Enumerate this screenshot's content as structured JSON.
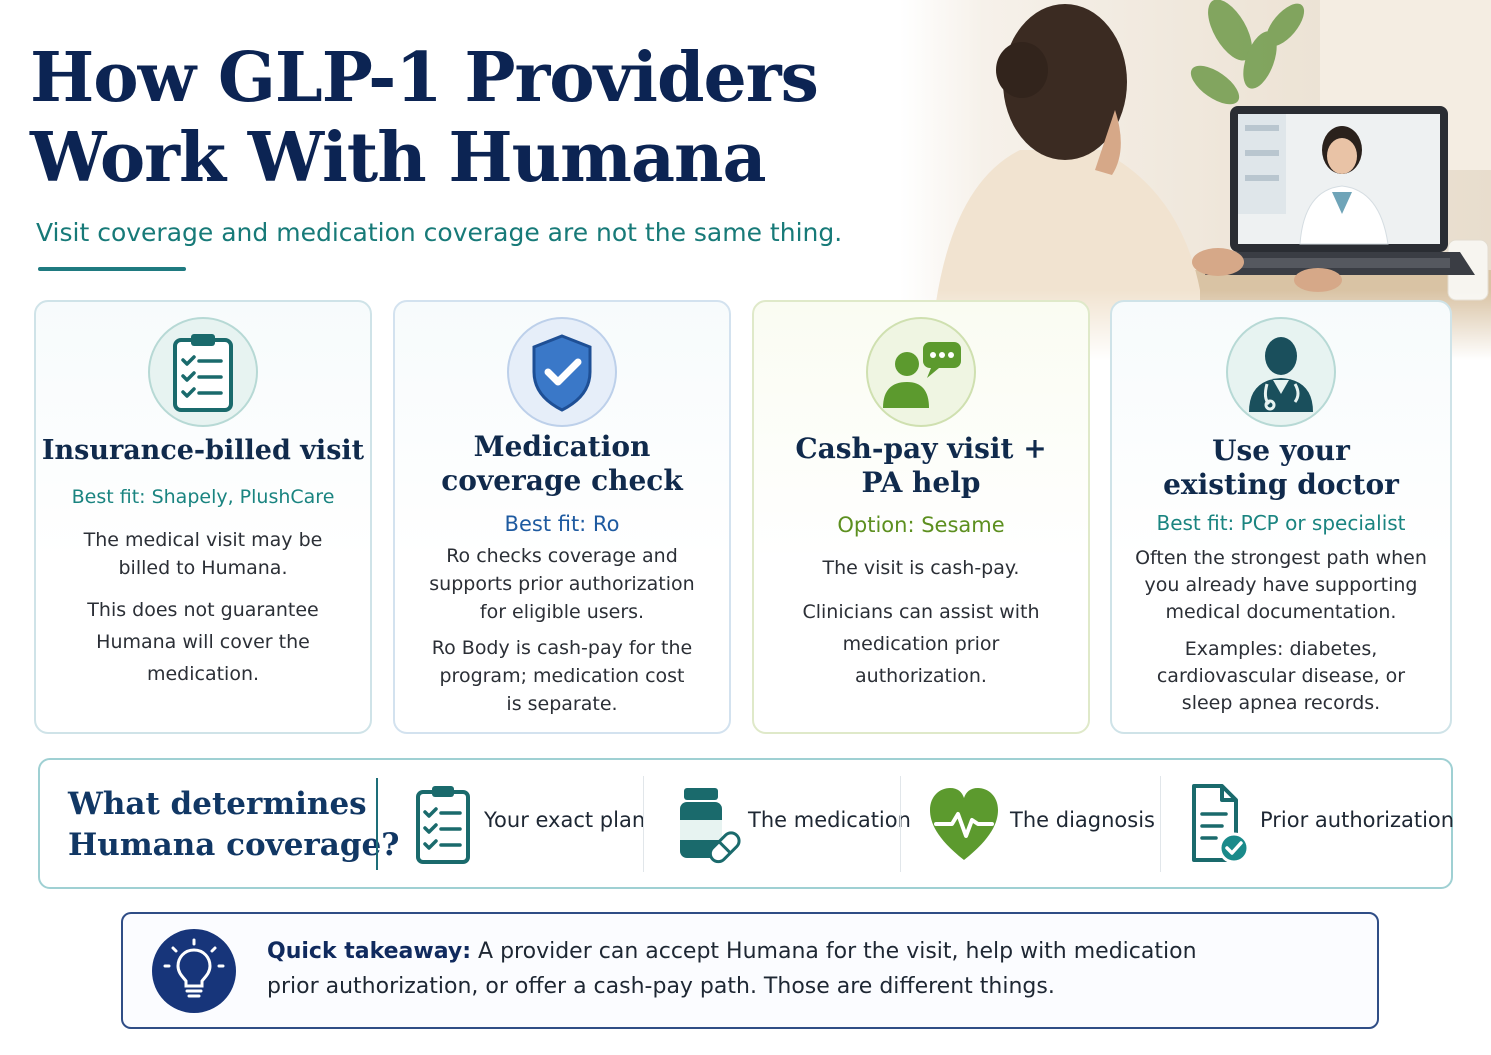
{
  "title": {
    "line1": "How GLP-1 Providers",
    "line2": "Work With Humana"
  },
  "subtitle": "Visit coverage and medication coverage are not the same thing.",
  "colors": {
    "navy": "#0c2453",
    "teal": "#177a78",
    "blue": "#1e5aa0",
    "green": "#5c8f1f"
  },
  "cards": [
    {
      "icon": "clipboard-checklist-icon",
      "title_line1": "Insurance-billed visit",
      "fit": "Best fit: Shapely, PlushCare",
      "para1": [
        "The medical visit may be",
        "billed to Humana."
      ],
      "para2": [
        "This does not guarantee",
        "Humana will cover the",
        "medication."
      ]
    },
    {
      "icon": "shield-check-icon",
      "title_line1": "Medication",
      "title_line2": "coverage check",
      "fit": "Best fit: Ro",
      "para1": [
        "Ro checks coverage and",
        "supports prior authorization",
        "for eligible users."
      ],
      "para2": [
        "Ro Body is cash-pay for the",
        "program; medication cost",
        "is separate."
      ]
    },
    {
      "icon": "person-chat-icon",
      "title_line1": "Cash-pay visit +",
      "title_line2": "PA help",
      "fit": "Option: Sesame",
      "para1": [
        "The visit is cash-pay."
      ],
      "para2": [
        "Clinicians can assist with",
        "medication prior",
        "authorization."
      ]
    },
    {
      "icon": "doctor-icon",
      "title_line1": "Use your",
      "title_line2": "existing doctor",
      "fit": "Best fit: PCP or specialist",
      "para1": [
        "Often the strongest path when",
        "you already have supporting",
        "medical documentation."
      ],
      "para2": [
        "Examples: diabetes,",
        "cardiovascular disease, or",
        "sleep apnea records."
      ]
    }
  ],
  "determinants": {
    "title_line1": "What determines",
    "title_line2": "Humana coverage?",
    "items": [
      {
        "icon": "clipboard-icon",
        "label": "Your exact plan"
      },
      {
        "icon": "medication-bottle-icon",
        "label": "The medication"
      },
      {
        "icon": "heart-pulse-icon",
        "label": "The diagnosis"
      },
      {
        "icon": "document-check-icon",
        "label": "Prior authorization"
      }
    ]
  },
  "takeaway": {
    "icon": "lightbulb-icon",
    "lead": "Quick takeaway:",
    "text_line1": "A provider can accept Humana for the visit, help with medication",
    "text_line2": "prior authorization, or offer a cash-pay path. Those are different things."
  }
}
